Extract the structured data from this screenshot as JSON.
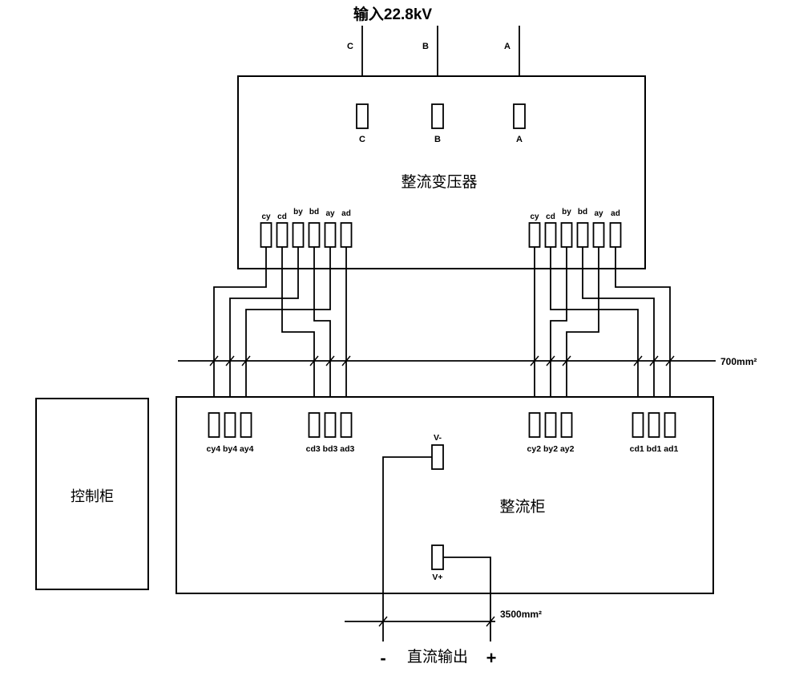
{
  "title": "输入22.8kV",
  "phases": [
    "C",
    "B",
    "A"
  ],
  "transformer": {
    "label": "整流变压器",
    "terminals": [
      "cy",
      "cd",
      "by",
      "bd",
      "ay",
      "ad"
    ]
  },
  "busbar": {
    "label": "700mm²"
  },
  "control_cabinet": {
    "label": "控制柜"
  },
  "rectifier": {
    "label": "整流柜",
    "groups": [
      "cy4 by4 ay4",
      "cd3 bd3 ad3",
      "cy2 by2 ay2",
      "cd1 bd1 ad1"
    ],
    "v_minus": "V-",
    "v_plus": "V+"
  },
  "dc_output": {
    "cable_label": "3500mm²",
    "minus": "-",
    "label": "直流输出",
    "plus": "+"
  }
}
